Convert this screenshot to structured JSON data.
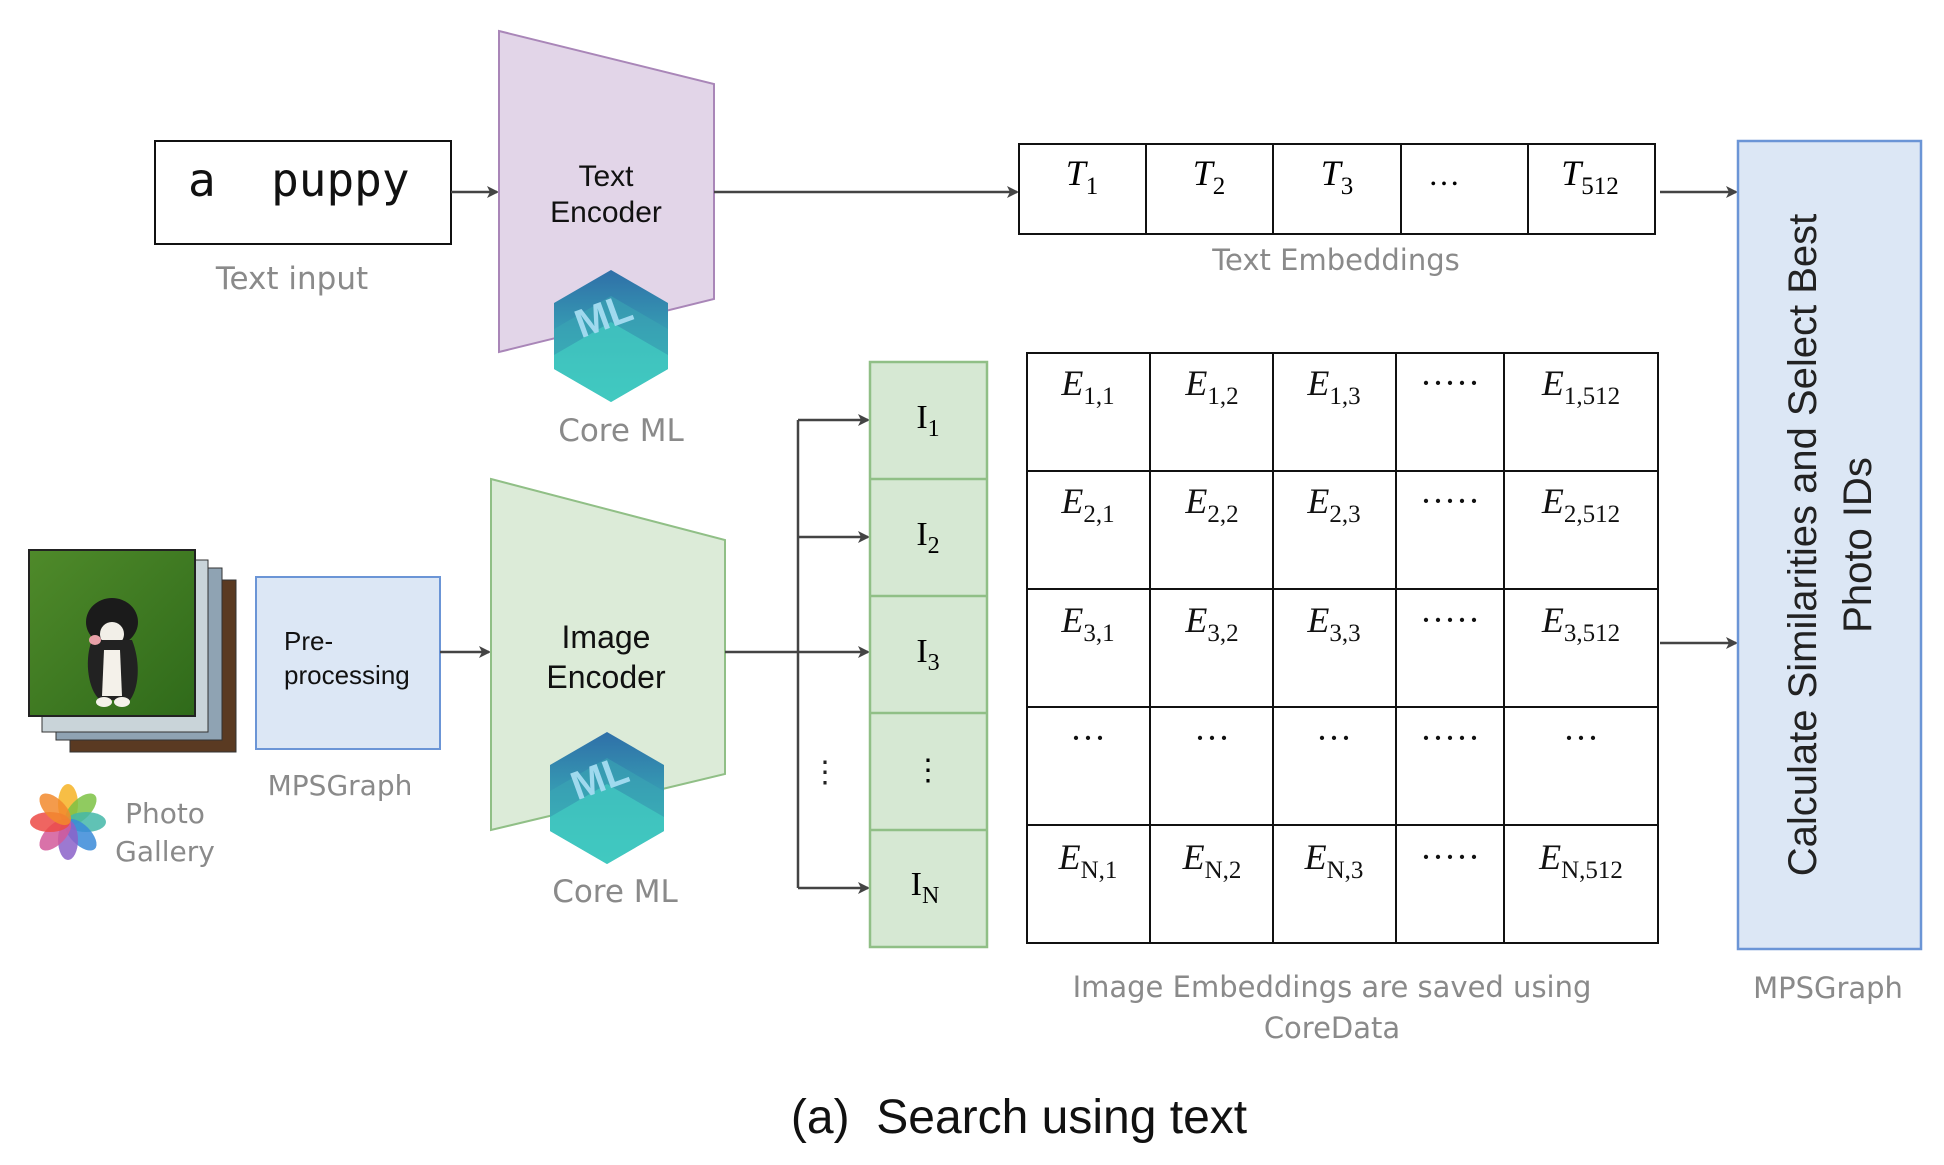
{
  "text_input": {
    "value": "a  puppy",
    "caption": "Text input"
  },
  "text_encoder": {
    "line1": "Text",
    "line2": "Encoder",
    "caption": "Core ML"
  },
  "text_embeddings": {
    "cells": [
      {
        "base": "T",
        "sub": "1"
      },
      {
        "base": "T",
        "sub": "2"
      },
      {
        "base": "T",
        "sub": "3"
      },
      {
        "base": "…",
        "sub": ""
      },
      {
        "base": "T",
        "sub": "512"
      }
    ],
    "caption": "Text Embeddings"
  },
  "photo_gallery": {
    "line1": "Photo",
    "line2": "Gallery"
  },
  "preprocessing": {
    "line1": "Pre-",
    "line2": "processing",
    "caption": "MPSGraph"
  },
  "image_encoder": {
    "line1": "Image",
    "line2": "Encoder",
    "caption": "Core ML"
  },
  "image_vector": {
    "cells": [
      {
        "base": "I",
        "sub": "1"
      },
      {
        "base": "I",
        "sub": "2"
      },
      {
        "base": "I",
        "sub": "3"
      },
      {
        "base": "⋮",
        "sub": ""
      },
      {
        "base": "I",
        "sub": "N"
      }
    ],
    "side_dots": "⋮"
  },
  "image_embeddings": {
    "rows": [
      [
        {
          "base": "E",
          "sub": "1,1"
        },
        {
          "base": "E",
          "sub": "1,2"
        },
        {
          "base": "E",
          "sub": "1,3"
        },
        {
          "base": "·····",
          "sub": ""
        },
        {
          "base": "E",
          "sub": "1,512"
        }
      ],
      [
        {
          "base": "E",
          "sub": "2,1"
        },
        {
          "base": "E",
          "sub": "2,2"
        },
        {
          "base": "E",
          "sub": "2,3"
        },
        {
          "base": "·····",
          "sub": ""
        },
        {
          "base": "E",
          "sub": "2,512"
        }
      ],
      [
        {
          "base": "E",
          "sub": "3,1"
        },
        {
          "base": "E",
          "sub": "3,2"
        },
        {
          "base": "E",
          "sub": "3,3"
        },
        {
          "base": "·····",
          "sub": ""
        },
        {
          "base": "E",
          "sub": "3,512"
        }
      ],
      [
        {
          "base": "···",
          "sub": ""
        },
        {
          "base": "···",
          "sub": ""
        },
        {
          "base": "···",
          "sub": ""
        },
        {
          "base": "·····",
          "sub": ""
        },
        {
          "base": "···",
          "sub": ""
        }
      ],
      [
        {
          "base": "E",
          "sub": "N,1"
        },
        {
          "base": "E",
          "sub": "N,2"
        },
        {
          "base": "E",
          "sub": "N,3"
        },
        {
          "base": "·····",
          "sub": ""
        },
        {
          "base": "E",
          "sub": "N,512"
        }
      ]
    ],
    "caption_line1": "Image Embeddings are saved using",
    "caption_line2": "CoreData"
  },
  "similarity": {
    "line1": "Calculate Similarities and Select Best",
    "line2": "Photo IDs",
    "caption": "MPSGraph"
  },
  "figure_caption": "(a)  Search using text",
  "colors": {
    "text_encoder_fill": "#e2d5e8",
    "text_encoder_stroke": "#a986b8",
    "image_encoder_fill": "#dcebd8",
    "image_encoder_stroke": "#90bf86",
    "image_vector_fill": "#d6e8d3",
    "blue_fill": "#dce7f5",
    "blue_stroke": "#6b95d6"
  }
}
